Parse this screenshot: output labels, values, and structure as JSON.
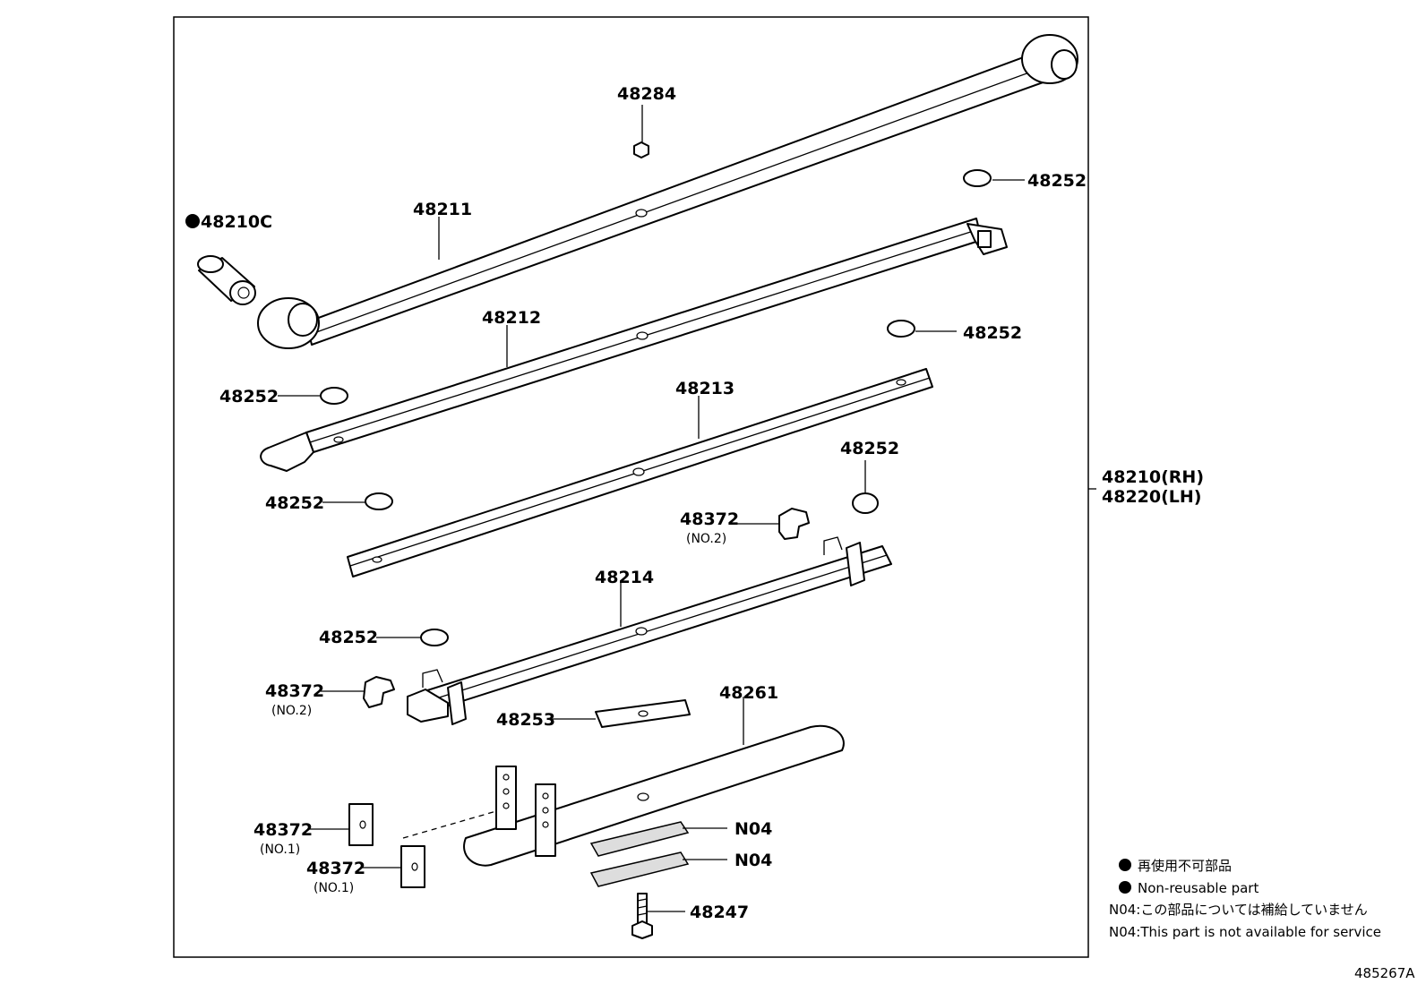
{
  "callouts": {
    "p48284": "48284",
    "p48252_a": "48252",
    "p48210C": "48210C",
    "p48211": "48211",
    "p48212": "48212",
    "p48252_b": "48252",
    "p48252_c": "48252",
    "p48213": "48213",
    "p48252_d": "48252",
    "p48252_e": "48252",
    "p48372_a": "48372",
    "p48372_a_sub": "(NO.2)",
    "p48214": "48214",
    "p48252_f": "48252",
    "p48372_b": "48372",
    "p48372_b_sub": "(NO.2)",
    "p48253": "48253",
    "p48261": "48261",
    "p48372_c": "48372",
    "p48372_c_sub": "(NO.1)",
    "p48372_d": "48372",
    "p48372_d_sub": "(NO.1)",
    "pN04_a": "N04",
    "pN04_b": "N04",
    "p48247": "48247",
    "assembly_rh": "48210(RH)",
    "assembly_lh": "48220(LH)"
  },
  "legend": {
    "non_reusable_jp": "再使用不可部品",
    "non_reusable_en": "Non-reusable part",
    "n04_jp": "N04:この部品については補給していません",
    "n04_en": "N04:This part is not available for service"
  },
  "figure_id": "485267A"
}
